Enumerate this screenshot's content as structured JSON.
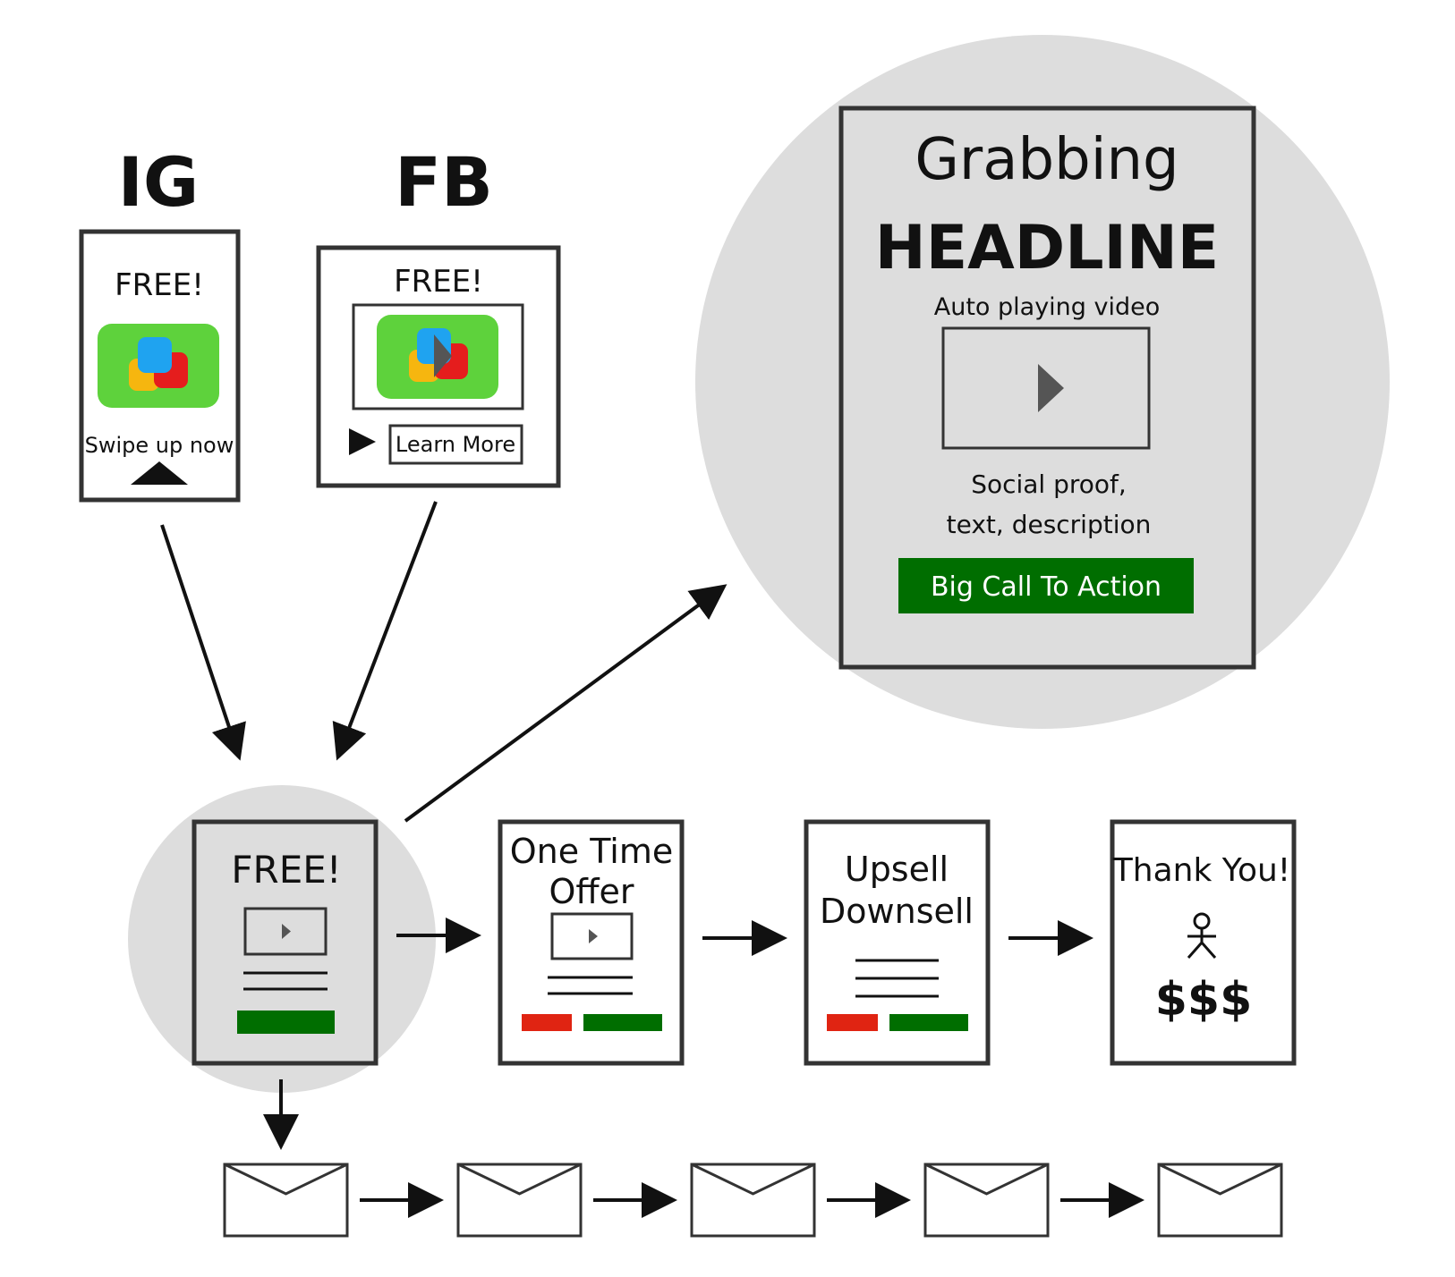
{
  "platforms": {
    "ig": {
      "label": "IG",
      "ad_headline": "FREE!",
      "ad_cta": "Swipe up now"
    },
    "fb": {
      "label": "FB",
      "ad_headline": "FREE!",
      "ad_cta": "Learn More"
    }
  },
  "zoom_page": {
    "title_line1": "Grabbing",
    "title_line2": "HEADLINE",
    "video_caption": "Auto playing video",
    "body_line1": "Social proof,",
    "body_line2": "text, description",
    "cta": "Big Call To Action"
  },
  "funnel": {
    "landing": {
      "headline": "FREE!"
    },
    "oto": {
      "line1": "One Time",
      "line2": "Offer"
    },
    "upsell": {
      "line1": "Upsell",
      "line2": "Downsell"
    },
    "thanks": {
      "headline": "Thank You!",
      "money": "$$$"
    }
  },
  "emails": {
    "count": 5
  },
  "colors": {
    "stroke": "#333333",
    "bubble": "#dddddd",
    "cta_green": "#006e00",
    "decline_red": "#e02412",
    "logo_green": "#5ed23c",
    "logo_blue": "#1fa3f0",
    "logo_red": "#e51d1d",
    "logo_yellow": "#f6b60f",
    "play_gray": "#555555"
  }
}
